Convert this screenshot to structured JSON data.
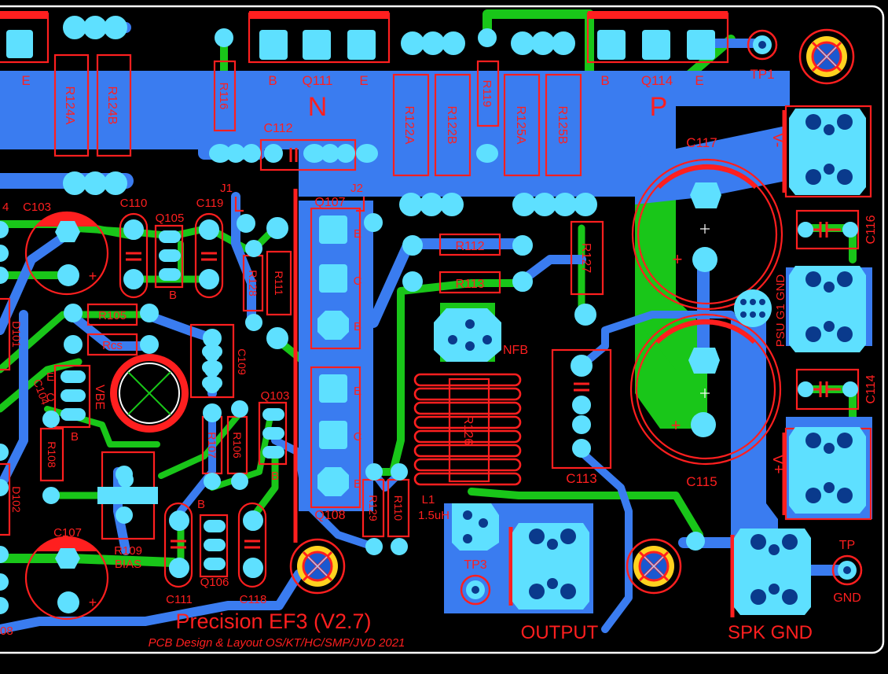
{
  "colors": {
    "background": "#000000",
    "outline": "#ffffff",
    "top_copper": "#3a7cf0",
    "bottom_copper": "#19c619",
    "silkscreen": "#ff1f1f",
    "pad": "#5ee0ff",
    "pad_hole": "#0a3a8c",
    "mount_ring": "#ffd21f",
    "mount_center": "#1a58d0"
  },
  "icons": {
    "mounting_hole": "crosshair-ring-icon",
    "test_point": "ring-pad-icon",
    "capacitor": "capacitor-symbol-icon"
  },
  "labels": {
    "n_group": "N",
    "p_group": "P",
    "q111": "Q111",
    "q114": "Q114",
    "b": "B",
    "c": "C",
    "e": "E",
    "tp1": "TP1",
    "tp3": "TP3",
    "tp": "TP",
    "gnd": "GND",
    "r124a": "R124A",
    "r124b": "R124B",
    "r116": "R116",
    "r122a": "R122A",
    "r122b": "R122B",
    "r119": "R119",
    "r125a": "R125A",
    "r125b": "R125B",
    "c112": "C112",
    "j1": "J1",
    "j2": "J2",
    "q107": "Q107",
    "q108": "Q108",
    "c117": "C117",
    "c115": "C115",
    "c116": "C116",
    "c114": "C114",
    "c113": "C113",
    "psu": "PSU G1 GND",
    "v_minus": "V-",
    "v_plus": "V+",
    "r112": "R112",
    "r113": "R113",
    "r127": "R127",
    "r126": "R126",
    "nfb": "NFB",
    "l1": "L1",
    "l1_value": "1.5uH",
    "output": "OUTPUT",
    "spk_gnd": "SPK GND",
    "c103": "C103",
    "c110": "C110",
    "c119": "C119",
    "q105": "Q105",
    "r105": "R105",
    "rcs": "Rcs",
    "vbe": "VBE",
    "c104": "C104",
    "c109": "C109",
    "r128": "R128",
    "r111": "R111",
    "q103": "Q103",
    "r107": "R107",
    "r106": "R106",
    "r108": "R108",
    "d101": "D101",
    "d102": "D102",
    "c107": "C107",
    "r109": "R109",
    "bias": "BIAS",
    "c111": "C111",
    "c118": "C118",
    "q106": "Q106",
    "r129": "R129",
    "r110": "R110",
    "edge_4": "4",
    "edge_8": "08",
    "plus": "+",
    "title": "Precision EF3 (V2.7)",
    "credits": "PCB Design & Layout OS/KT/HC/SMP/JVD 2021"
  }
}
